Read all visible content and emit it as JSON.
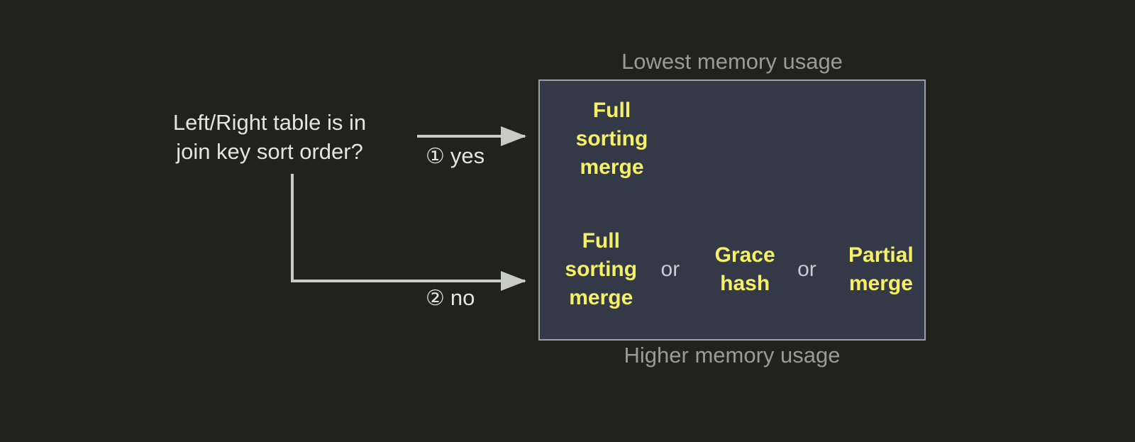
{
  "background_color": "#21221D",
  "panel": {
    "background_color": "#343948",
    "border_color": "#9AA0A6",
    "accent_color": "#F6F066"
  },
  "question": {
    "line1": "Left/Right table is in",
    "line2": "join key sort order?"
  },
  "branches": [
    {
      "marker": "①",
      "label": "yes"
    },
    {
      "marker": "②",
      "label": "no"
    }
  ],
  "captions": {
    "top": "Lowest memory usage",
    "bottom": "Higher memory usage"
  },
  "separator": "or",
  "options": {
    "top_row": [
      {
        "lines": [
          "Full",
          "sorting",
          "merge"
        ]
      }
    ],
    "bottom_row": [
      {
        "lines": [
          "Full",
          "sorting",
          "merge"
        ]
      },
      {
        "lines": [
          "Grace",
          "hash"
        ]
      },
      {
        "lines": [
          "Partial",
          "merge"
        ]
      }
    ]
  }
}
